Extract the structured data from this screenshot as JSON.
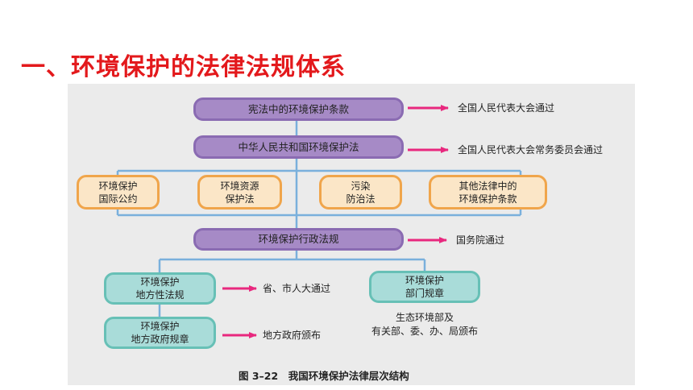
{
  "slide_title": "一、环境保护的法律法规体系",
  "colors": {
    "title_red": "#e3191c",
    "purple_fill": "#a68ac6",
    "orange_fill": "#fbe6c7",
    "green_fill": "#a9dcd9",
    "arrow_pink": "#e8287e",
    "connector_blue": "#7ab0dc"
  },
  "diagram": {
    "levels": {
      "constitution": "宪法中的环境保护条款",
      "environmental_law": "中华人民共和国环境保护法",
      "special_laws": [
        "环境保护\n国际公约",
        "环境资源\n保护法",
        "污染\n防治法",
        "其他法律中的\n环境保护条款"
      ],
      "admin_regulations": "环境保护行政法规",
      "local_regulations": "环境保护\n地方性法规",
      "department_rules": "环境保护\n部门规章",
      "local_gov_rules": "环境保护\n地方政府规章"
    },
    "notes": {
      "constitution": "全国人民代表大会通过",
      "environmental_law": "全国人民代表大会常务委员会通过",
      "admin_regulations": "国务院通过",
      "local_regulations": "省、市人大通过",
      "department_rules": "生态环境部及\n有关部、委、办、局颁布",
      "local_gov_rules": "地方政府颁布"
    },
    "caption": "图 3–22　我国环境保护法律层次结构"
  }
}
